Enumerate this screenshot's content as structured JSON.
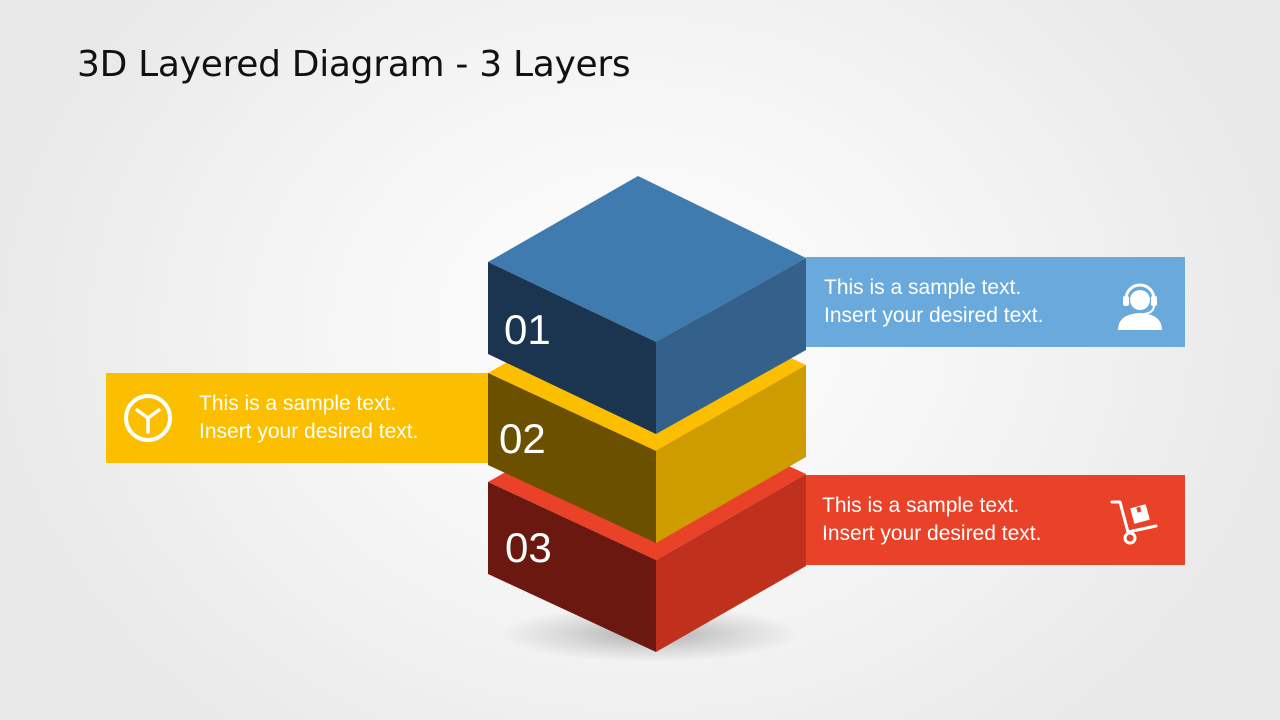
{
  "title": "3D Layered Diagram - 3 Layers",
  "colors": {
    "blue": "#6aa9db",
    "yellow": "#fbbf00",
    "red": "#ea4129"
  },
  "layers": [
    {
      "number": "01",
      "line1": "This is a sample text.",
      "line2": "Insert your desired text.",
      "icon": "support-agent-icon"
    },
    {
      "number": "02",
      "line1": "This is a sample text.",
      "line2": "Insert your desired text.",
      "icon": "clock-icon"
    },
    {
      "number": "03",
      "line1": "This is a sample text.",
      "line2": "Insert your desired text.",
      "icon": "hand-truck-icon"
    }
  ]
}
